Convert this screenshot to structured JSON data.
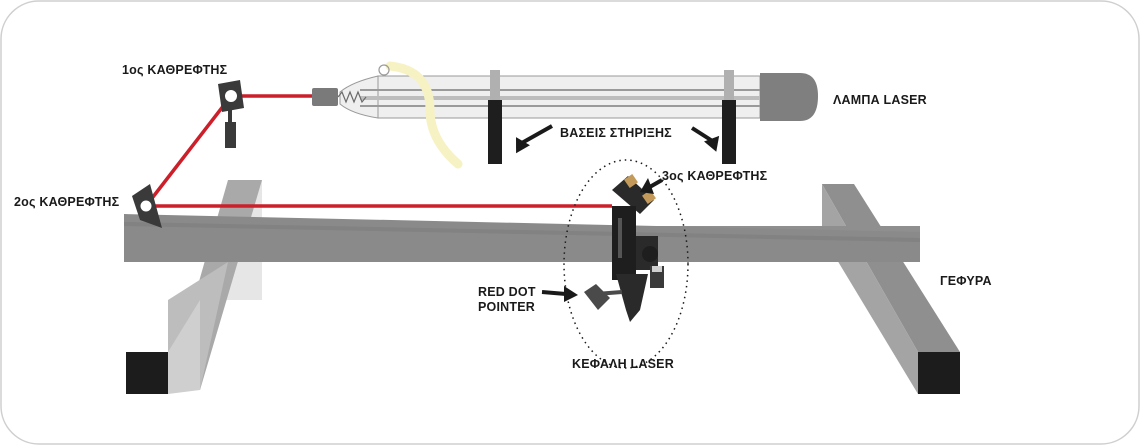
{
  "labels": {
    "mirror1": "1ος ΚΑΘΡΕΦΤΗΣ",
    "mirror2": "2ος ΚΑΘΡΕΦΤΗΣ",
    "mirror3": "3ος ΚΑΘΡΕΦΤΗΣ",
    "lamp": "ΛΑΜΠΑ LASER",
    "supports": "ΒΑΣΕΙΣ ΣΤΗΡΙΞΗΣ",
    "bridge": "ΓΕΦΥΡΑ",
    "red_dot_line1": "RED DOT",
    "red_dot_line2": "POINTER",
    "head": "ΚΕΦΑΛΗ LASER"
  },
  "colors": {
    "beam": "#cc1f2a",
    "bridge_top": "#8a8a8a",
    "bridge_side": "#6e6e6e",
    "leg_shade": "#a9a9a9",
    "foot": "#1c1c1c",
    "tube": "#d4d4d4",
    "mount": "#1e1e1e"
  }
}
